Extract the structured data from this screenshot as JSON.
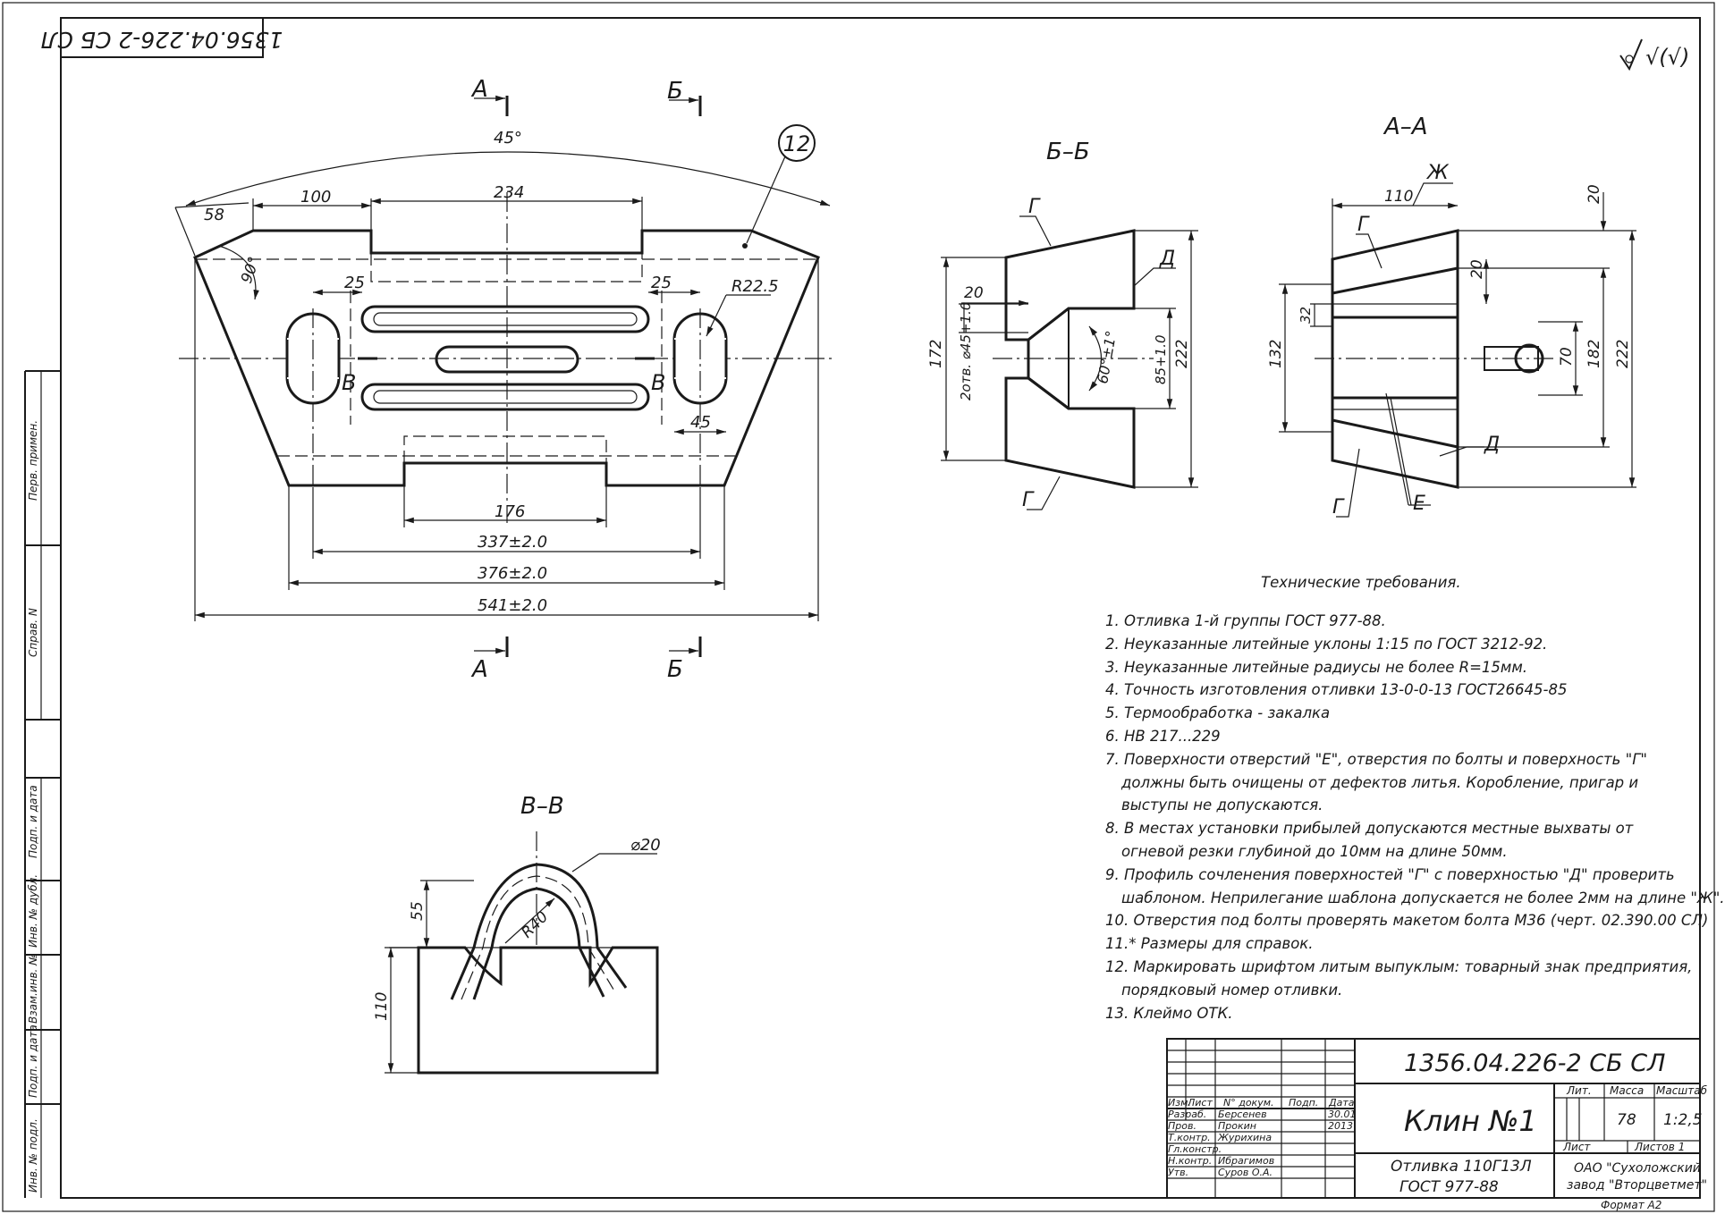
{
  "corner_stamp": "1356.04.226-2 СБ СЛ",
  "roughness_mark": "√(√)",
  "side_strip": [
    "Перв. примен.",
    "Справ. N",
    "Подп. и дата",
    "Инв. № дубл.",
    "Взам.инв. №",
    "Подп. и дата",
    "Инв. № подл."
  ],
  "main_view": {
    "section_marks": [
      "А",
      "Б",
      "А",
      "Б"
    ],
    "angle_45": "45°",
    "angle_90": "90°",
    "dims": [
      "58",
      "100",
      "234",
      "25",
      "25",
      "R22.5",
      "45",
      "176",
      "337±2.0",
      "376±2.0",
      "541±2.0"
    ],
    "view_marks": [
      "В",
      "В"
    ],
    "position_number": "12"
  },
  "section_bb": {
    "title": "Б–Б",
    "labels": [
      "Г",
      "Г",
      "Д"
    ],
    "dims": [
      "20",
      "2отв. ⌀45+1.0",
      "172",
      "60°±1°",
      "85+1.0",
      "222"
    ]
  },
  "section_aa": {
    "title": "А–А",
    "labels": [
      "Ж",
      "Г",
      "Д",
      "Г",
      "Е"
    ],
    "dims": [
      "110",
      "20",
      "20",
      "32",
      "132",
      "70",
      "182",
      "222"
    ]
  },
  "section_vv": {
    "title": "В–В",
    "dims": [
      "⌀20",
      "55",
      "R40",
      "110"
    ]
  },
  "tech_requirements": {
    "title": "Технические требования.",
    "lines": [
      {
        "text": "1. Отливка 1-й группы ГОСТ 977-88.",
        "cont": false
      },
      {
        "text": "2. Неуказанные литейные уклоны 1:15 по ГОСТ 3212-92.",
        "cont": false
      },
      {
        "text": "3. Неуказанные литейные радиусы не более R=15мм.",
        "cont": false
      },
      {
        "text": "4. Точность изготовления отливки 13-0-0-13 ГОСТ26645-85",
        "cont": false
      },
      {
        "text": "5. Термообработка - закалка",
        "cont": false
      },
      {
        "text": "6. НВ 217...229",
        "cont": false
      },
      {
        "text": "7. Поверхности отверстий \"Е\", отверстия по болты и поверхность \"Г\"",
        "cont": false
      },
      {
        "text": "должны быть очищены от дефектов литья. Коробление, пригар и",
        "cont": true
      },
      {
        "text": "выступы не допускаются.",
        "cont": true
      },
      {
        "text": "8. В местах установки прибылей допускаются местные выхваты от",
        "cont": false
      },
      {
        "text": "огневой резки глубиной до 10мм на длине 50мм.",
        "cont": true
      },
      {
        "text": "9. Профиль сочленения поверхностей \"Г\" с поверхностью \"Д\" проверить",
        "cont": false
      },
      {
        "text": "шаблоном. Неприлегание шаблона допускается не более 2мм на длине \"Ж\".",
        "cont": true
      },
      {
        "text": "10. Отверстия под болты проверять макетом болта М36 (черт. 02.390.00 СЛ)",
        "cont": false
      },
      {
        "text": "11.* Размеры для справок.",
        "cont": false
      },
      {
        "text": "12. Маркировать шрифтом литым выпуклым: товарный знак предприятия,",
        "cont": false
      },
      {
        "text": "порядковый номер отливки.",
        "cont": true
      },
      {
        "text": "13. Клеймо ОТК.",
        "cont": false
      }
    ]
  },
  "title_block": {
    "designation": "1356.04.226-2 СБ СЛ",
    "part_name": "Клин №1",
    "material_line1": "Отливка 110Г13Л",
    "material_line2": "ГОСТ 977-88",
    "col_headers": [
      "Изм.",
      "Лист",
      "N° докум.",
      "Подп.",
      "Дата"
    ],
    "rows": [
      {
        "role": "Разраб.",
        "name": "Берсенев",
        "date": "30.01"
      },
      {
        "role": "Пров.",
        "name": "Прокин",
        "date": "2013"
      },
      {
        "role": "Т.контр.",
        "name": "Журихина",
        "date": ""
      },
      {
        "role": "Гл.констр.",
        "name": "",
        "date": ""
      },
      {
        "role": "Н.контр.",
        "name": "Ибрагимов",
        "date": ""
      },
      {
        "role": "Утв.",
        "name": "Суров О.А.",
        "date": ""
      }
    ],
    "lit_label": "Лит.",
    "mass_label": "Масса",
    "scale_label": "Масштаб",
    "mass_value": "78",
    "scale_value": "1:2,5",
    "sheet_label": "Лист",
    "sheets_label": "Листов 1",
    "company_line1": "ОАО \"Сухоложский",
    "company_line2": "завод \"Вторцветмет\"",
    "format": "Формат А2"
  }
}
